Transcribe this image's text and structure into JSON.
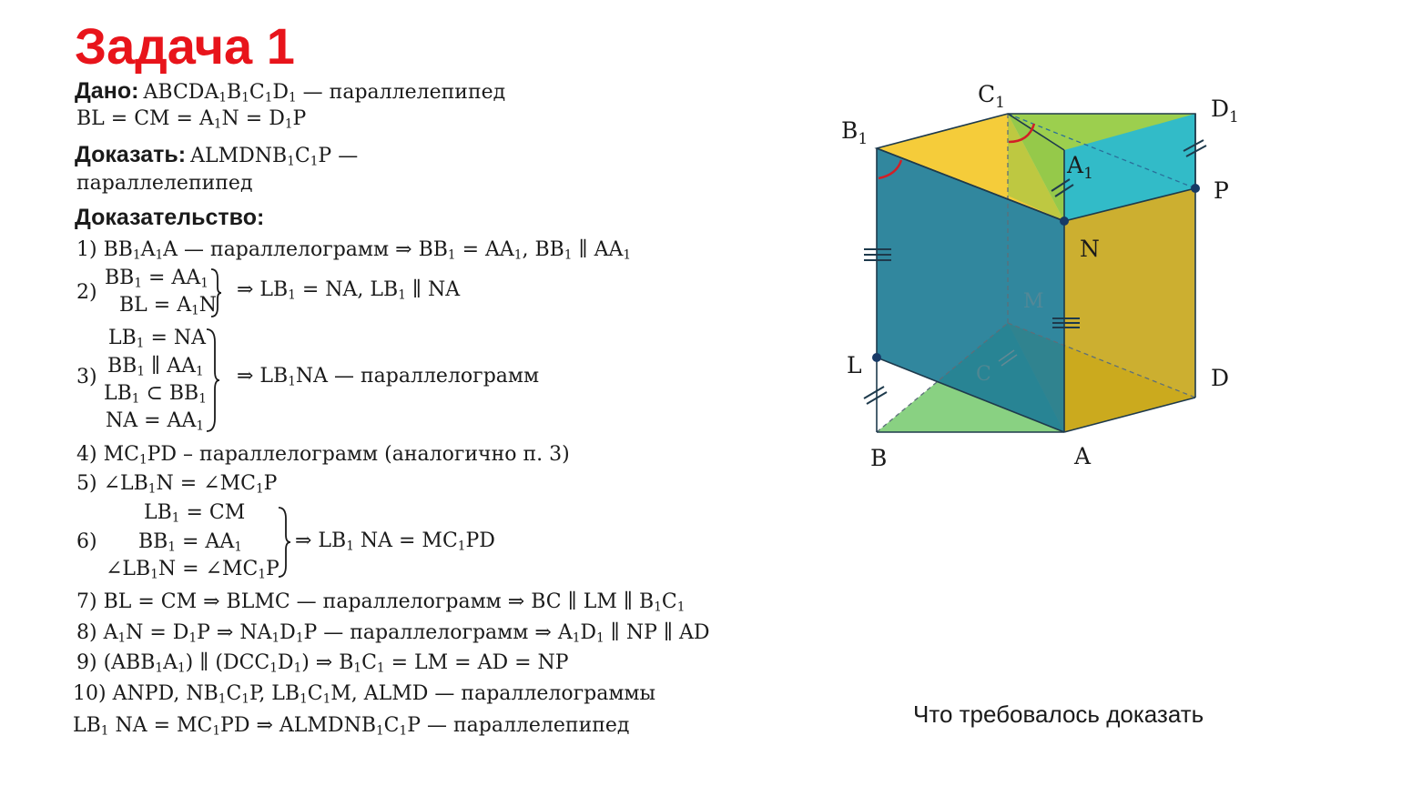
{
  "title": "Задача 1",
  "given": {
    "label": "Дано:",
    "line1_parts": [
      "ABCDA",
      "1",
      "B",
      "1",
      "C",
      "1",
      "D",
      "1",
      " — параллелепипед"
    ],
    "line2_parts": [
      "BL = CM = A",
      "1",
      "N = D",
      "1",
      "P"
    ]
  },
  "prove": {
    "label": "Доказать:",
    "line1_parts": [
      "ALMDNB",
      "1",
      "C",
      "1",
      "P —"
    ],
    "line2": "параллелепипед"
  },
  "proof": {
    "label": "Доказательство:",
    "s1": [
      "1) BB",
      "1",
      "A",
      "1",
      "A — параллелограмм ⇒ BB",
      "1",
      " = AA",
      "1",
      ", BB",
      "1",
      " ∥ AA",
      "1"
    ],
    "s2_num": "2)",
    "s2_a": [
      "BB",
      "1",
      "  = AA",
      "1"
    ],
    "s2_b": [
      "BL =  A",
      "1",
      "N"
    ],
    "s2_res": [
      "⇒ LB",
      "1",
      " = NA, LB",
      "1",
      " ∥ NA"
    ],
    "s3_num": "3)",
    "s3_a": [
      "LB",
      "1",
      " = NA"
    ],
    "s3_b": [
      "BB",
      "1",
      " ∥ AA",
      "1"
    ],
    "s3_c": [
      "LB",
      "1",
      " ⊂ BB",
      "1"
    ],
    "s3_d": [
      "NA = AA",
      "1"
    ],
    "s3_res": [
      "⇒ LB",
      "1",
      "NA — параллелограмм"
    ],
    "s4": [
      "4) MC",
      "1",
      "PD – параллелограмм (аналогично п. 3)"
    ],
    "s5": [
      "5) ∠LB",
      "1",
      "N = ∠MC",
      "1",
      "P"
    ],
    "s6_num": "6)",
    "s6_a": [
      "LB",
      "1",
      " = CM"
    ],
    "s6_b": [
      "BB",
      "1",
      " = AA",
      "1"
    ],
    "s6_c": [
      "∠LB",
      "1",
      "N =  ∠MC",
      "1",
      "P"
    ],
    "s6_res": [
      "⇒ LB",
      "1",
      " NA = MC",
      "1",
      "PD"
    ],
    "s7": [
      "7) BL = CM ⇒ BLMC — параллелограмм ⇒ BC ∥ LM ∥ B",
      "1",
      "C",
      "1"
    ],
    "s8": [
      "8) A",
      "1",
      "N = D",
      "1",
      "P ⇒ NA",
      "1",
      "D",
      "1",
      "P — параллелограмм ⇒ A",
      "1",
      "D",
      "1",
      " ∥ NP ∥ AD"
    ],
    "s9": [
      "9) (ABB",
      "1",
      "A",
      "1",
      ") ∥ (DCC",
      "1",
      "D",
      "1",
      ") ⇒ B",
      "1",
      "C",
      "1",
      " = LM = AD = NP"
    ],
    "s10": [
      "10) ANPD, NB",
      "1",
      "C",
      "1",
      "P, LB",
      "1",
      "C",
      "1",
      "M, ALMD — параллелограммы"
    ],
    "s11": [
      "LB",
      "1",
      " NA = MC",
      "1",
      "PD ⇒    ALMDNB",
      "1",
      "C",
      "1",
      "P — параллелепипед"
    ]
  },
  "conclusion": "Что требовалось доказать",
  "figure": {
    "labels": {
      "C1": [
        "C",
        "1"
      ],
      "D1": [
        "D",
        "1"
      ],
      "B1": [
        "B",
        "1"
      ],
      "A1": [
        "A",
        "1"
      ],
      "P": "P",
      "N": "N",
      "L": "L",
      "D": "D",
      "B": "B",
      "A": "A",
      "M_hidden": "M",
      "C_hidden": "C"
    },
    "colors": {
      "left_face": "#1f7d96",
      "right_face": "#c7a61a",
      "top_yellow": "#f5cc3a",
      "top_green": "#9ccf4e",
      "top_cyan": "#2cb9cf",
      "bottom_yellow": "#f1c525",
      "bottom_green": "#7ccc74",
      "arc": "#d21f26",
      "edge": "#1e3a4c",
      "point": "#173a66"
    }
  }
}
